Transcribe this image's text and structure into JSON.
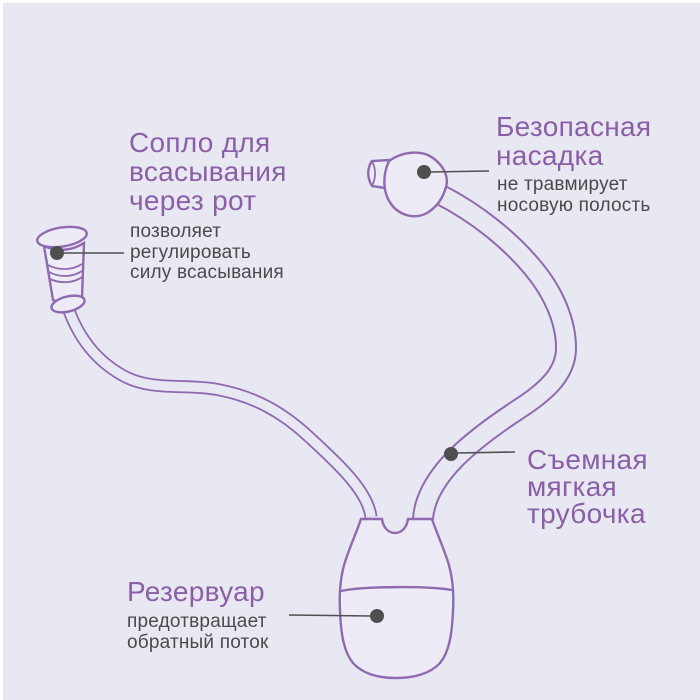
{
  "theme": {
    "bg": "#e8e8f3",
    "fill": "#ecebf6",
    "outline": "#8f6ab0",
    "heading": "#8b5fa7",
    "text": "#4a4a4a",
    "marker": "#4f4f4f"
  },
  "labels": {
    "mouth_nozzle": {
      "title": "Сопло для\nвсасывания\nчерез рот",
      "description": "позволяет\nрегулировать\nсилу всасывания"
    },
    "safe_tip": {
      "title": "Безопасная\nнасадка",
      "description": "не травмирует\nносовую полость"
    },
    "soft_tube": {
      "title": "Съемная\nмягкая\nтрубочка"
    },
    "reservoir": {
      "title": "Резервуар",
      "description": "предотвращает\nобратный поток"
    }
  }
}
